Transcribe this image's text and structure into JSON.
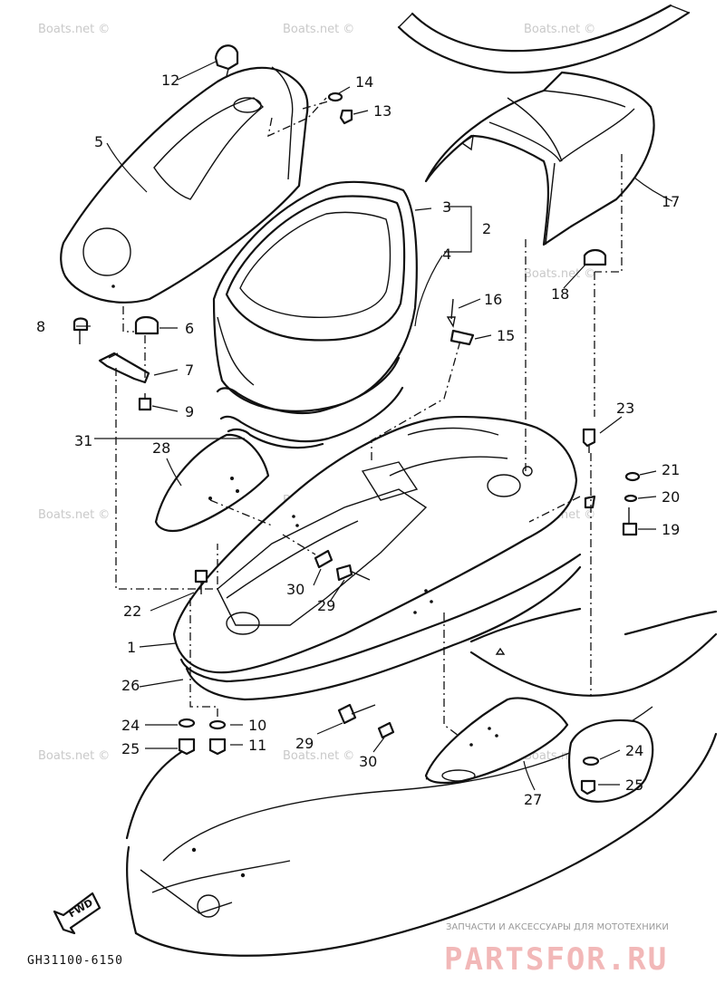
{
  "watermark_text": "Boats.net ©",
  "diagram_code": "GH31100-6150",
  "direction_label": "FWD",
  "brand": {
    "tagline": "ЗАПЧАСТИ И АКСЕССУАРЫ ДЛЯ МОТОТЕХНИКИ",
    "name": "PARTSFOR.RU"
  },
  "callouts": [
    "1",
    "2",
    "3",
    "4",
    "5",
    "6",
    "7",
    "8",
    "9",
    "10",
    "11",
    "12",
    "13",
    "14",
    "15",
    "16",
    "17",
    "18",
    "19",
    "20",
    "21",
    "22",
    "23",
    "24",
    "25",
    "26",
    "27",
    "28",
    "29",
    "30",
    "31"
  ]
}
